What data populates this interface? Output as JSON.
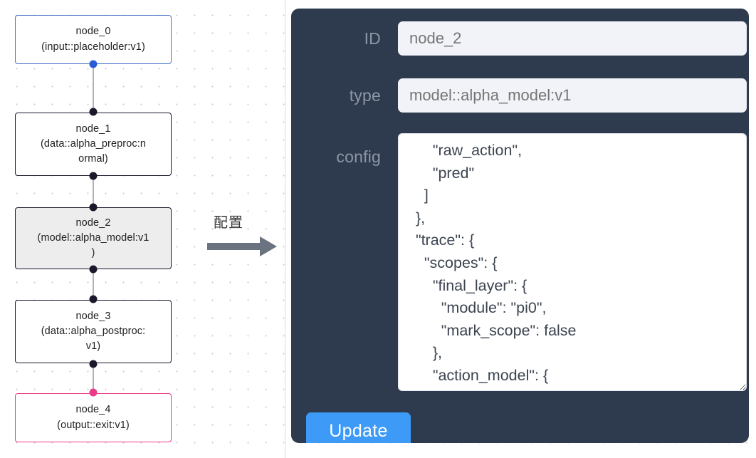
{
  "graph": {
    "nodes": [
      {
        "id": "node_0",
        "label": "node_0\n(input::placeholder:v1)",
        "type": "input::placeholder:v1",
        "border_color": "#4a74c9",
        "selected": false
      },
      {
        "id": "node_1",
        "label": "node_1\n(data::alpha_preproc:n\normal)",
        "type": "data::alpha_preproc:normal",
        "border_color": "#1a192b",
        "selected": false
      },
      {
        "id": "node_2",
        "label": "node_2\n(model::alpha_model:v1\n)",
        "type": "model::alpha_model:v1",
        "border_color": "#1a192b",
        "selected": true
      },
      {
        "id": "node_3",
        "label": "node_3\n(data::alpha_postproc:\nv1)",
        "type": "data::alpha_postproc:v1",
        "border_color": "#1a192b",
        "selected": false
      },
      {
        "id": "node_4",
        "label": "node_4\n(output::exit:v1)",
        "type": "output::exit:v1",
        "border_color": "#ec3a8a",
        "selected": false
      }
    ]
  },
  "annotation": {
    "label": "配置",
    "arrow": "arrow-right-icon"
  },
  "panel": {
    "fields": {
      "id": {
        "label": "ID",
        "value": "node_2",
        "placeholder": "node_2"
      },
      "type": {
        "label": "type",
        "value": "model::alpha_model:v1",
        "placeholder": "model::alpha_model:v1"
      },
      "config": {
        "label": "config",
        "value": "      \"raw_action\",\n      \"pred\"\n    ]\n  },\n  \"trace\": {\n    \"scopes\": {\n      \"final_layer\": {\n        \"module\": \"pi0\",\n        \"mark_scope\": false\n      },\n      \"action_model\": {"
      }
    },
    "update_button": {
      "label": "Update"
    }
  },
  "colors": {
    "panel_background": "#2e3a4e",
    "accent_button": "#3d9bf7",
    "node_selected_fill": "#ededed",
    "node_input_border": "#4a74c9",
    "node_output_border": "#ec3a8a",
    "input_background": "#f1f3f8"
  }
}
